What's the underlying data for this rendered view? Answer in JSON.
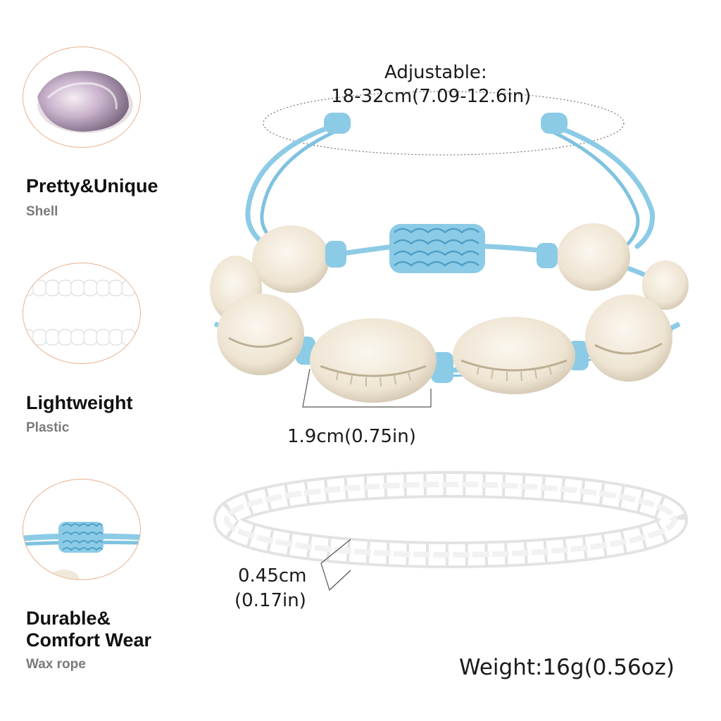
{
  "features": [
    {
      "title": "Pretty&Unique",
      "subtitle": "Shell",
      "icon": "shell-icon"
    },
    {
      "title": "Lightweight",
      "subtitle": "Plastic",
      "icon": "beads-icon"
    },
    {
      "title": "Durable&\nComfort Wear",
      "subtitle": "Wax rope",
      "icon": "wax-rope-knot-icon"
    }
  ],
  "product": {
    "adjustable_label": "Adjustable:",
    "adjustable_size": "18-32cm(7.09-12.6in)",
    "shell_size": "1.9cm(0.75in)",
    "bead_size_cm": "0.45cm",
    "bead_size_in": "(0.17in)",
    "weight": "Weight:16g(0.56oz)"
  },
  "colors": {
    "cord": "#8ccbe6",
    "cord_dark": "#5aa9cf",
    "shell": "#f1e9da",
    "bead": "#ffffff",
    "circle_border": "#e6b08c",
    "subtitle": "#7a7a7a"
  }
}
